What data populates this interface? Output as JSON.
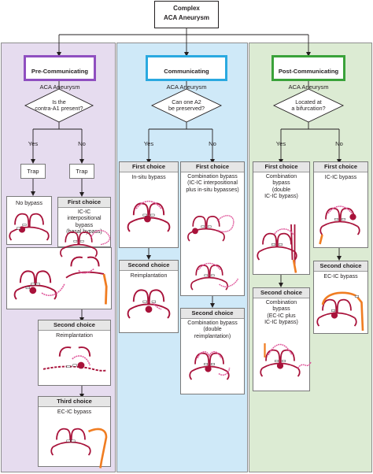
{
  "top": {
    "title": "Complex",
    "subtitle": "ACA Aneurysm"
  },
  "pre": {
    "title": "Pre-Communicating",
    "subtitle": "ACA Aneurysm",
    "question": "Is the\ncontra-A1 present?",
    "yes": "Yes",
    "no": "No",
    "trap_yes": "Trap",
    "trap_no": "Trap",
    "no_bypass": "No bypass",
    "first_choice": "First choice",
    "first_text": "IC-IC\ninterpositional\nbypass\n(basal bypass)",
    "second_choice": "Second choice",
    "second_text": "Reimplantation",
    "third_choice": "Third choice",
    "third_text": "EC-IC bypass"
  },
  "com": {
    "title": "Communicating",
    "subtitle": "ACA Aneurysm",
    "question": "Can one A2\nbe preserved?",
    "yes": "Yes",
    "no": "No",
    "first_choice_a": "First choice",
    "first_text_a": "In-situ bypass",
    "first_choice_b": "First choice",
    "first_text_b": "Combination bypass\n(IC-IC interpositional\nplus in-situ bypasses)",
    "second_choice_a": "Second choice",
    "second_text_a": "Reimplantation",
    "second_choice_b": "Second choice",
    "second_text_b": "Combination bypass\n(double\nreimplantation)"
  },
  "post": {
    "title": "Post-Communicating",
    "subtitle": "ACA Aneurysm",
    "question": "Located at\na bifurcation?",
    "yes": "Yes",
    "no": "No",
    "first_choice_a": "First choice",
    "first_text_a": "Combination\nbypass\n(double\nIC-IC bypass)",
    "first_choice_b": "First choice",
    "first_text_b": "IC-IC bypass",
    "second_choice_a": "Second choice",
    "second_text_a": "Combination\nbypass\n(EC-IC plus\nIC-IC bypass)",
    "second_choice_b": "Second choice",
    "second_text_b": "EC-IC bypass"
  },
  "colors": {
    "pre_bg": "#e6dcef",
    "pre_border": "#8f4fc0",
    "com_bg": "#cfe9f8",
    "com_border": "#2aa9e0",
    "post_bg": "#dcebd3",
    "post_border": "#3aa23a",
    "vessel": "#a8123a",
    "bypass": "#e0589c",
    "ec": "#f07d22"
  }
}
